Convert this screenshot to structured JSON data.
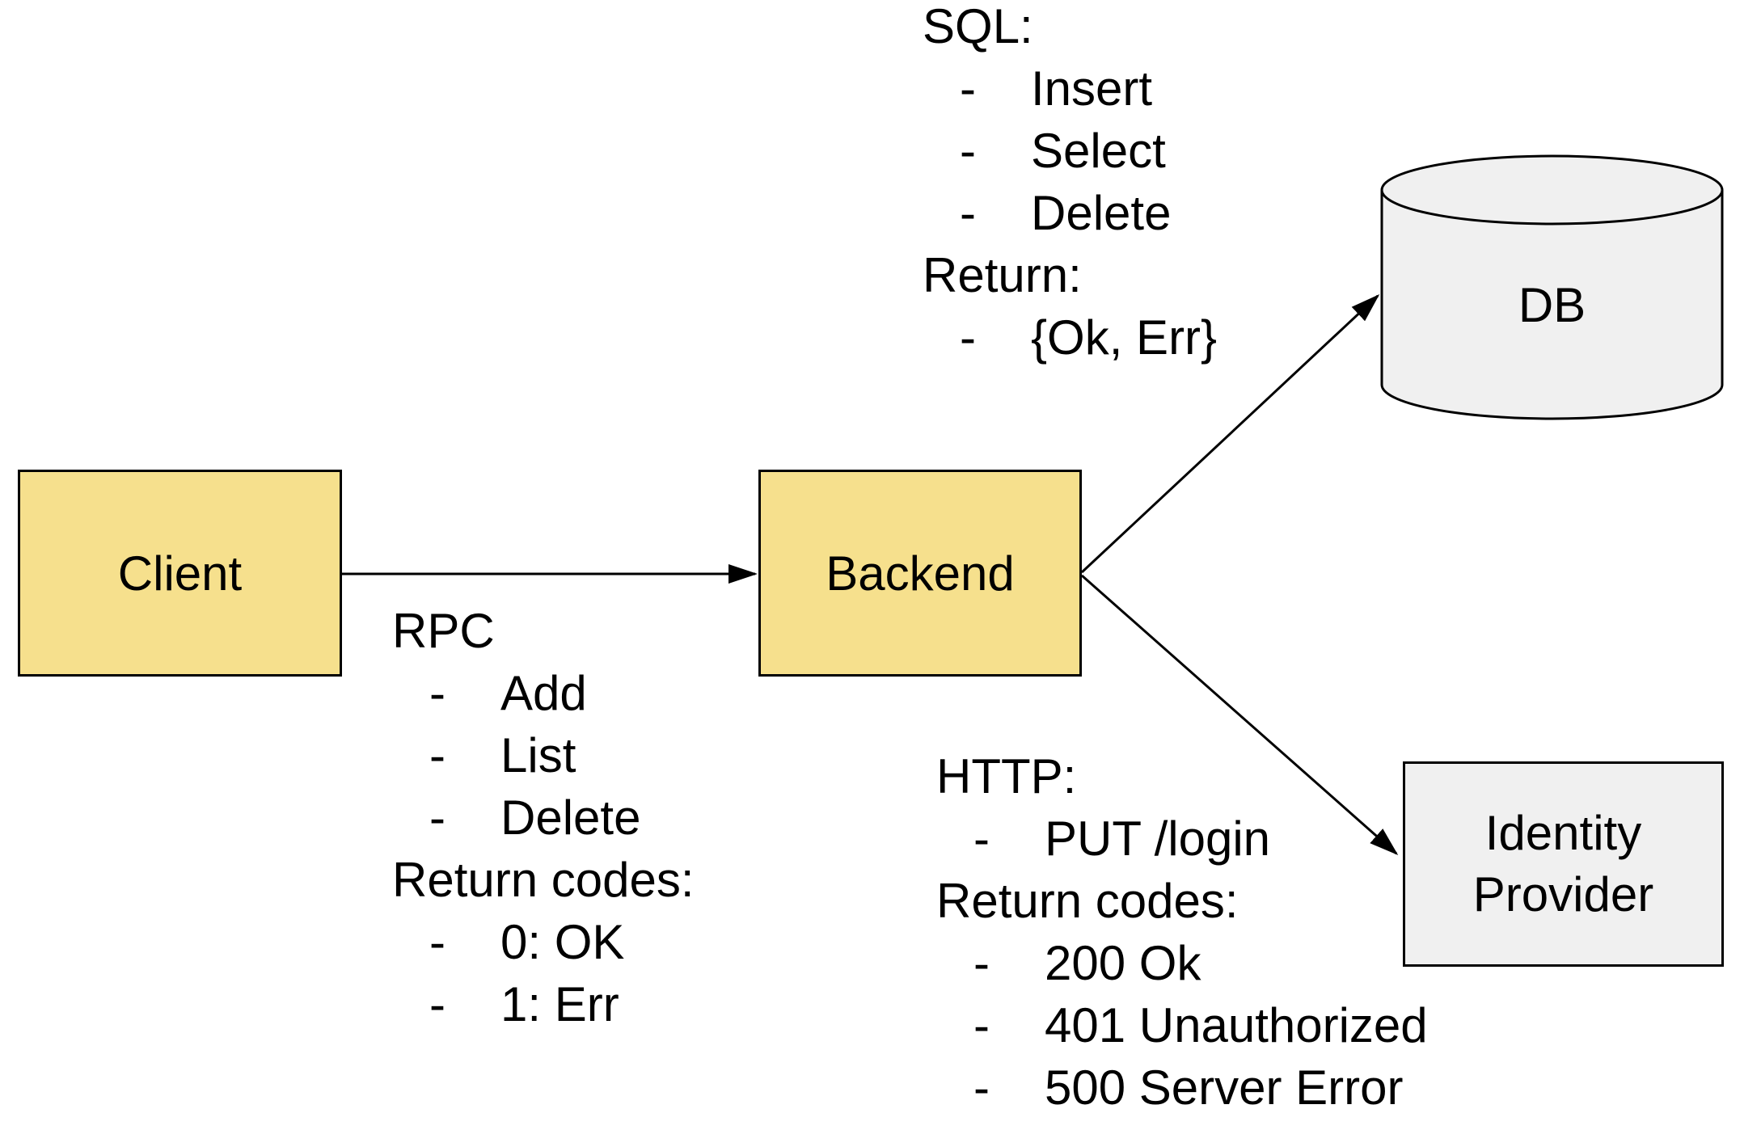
{
  "diagram": {
    "title_implicit": "Client / Backend / DB / Identity Provider architecture",
    "colors": {
      "background": "#FFFFFF",
      "node_yellow": "#F6E08D",
      "node_gray": "#F0F0F0",
      "stroke": "#000000",
      "text": "#000000"
    },
    "nodes": {
      "client": {
        "label": "Client",
        "shape": "box"
      },
      "backend": {
        "label": "Backend",
        "shape": "box"
      },
      "db": {
        "label": "DB",
        "shape": "cylinder"
      },
      "identity_provider": {
        "label_lines": [
          "Identity",
          "Provider"
        ],
        "shape": "box"
      }
    },
    "edges": [
      {
        "from": "client",
        "to": "backend",
        "label_block": "rpc"
      },
      {
        "from": "backend",
        "to": "db",
        "label_block": "sql"
      },
      {
        "from": "backend",
        "to": "identity_provider",
        "label_block": "http"
      }
    ],
    "annotations": {
      "dash": "-",
      "rpc": {
        "lines": [
          {
            "text": "RPC",
            "bullet": false
          },
          {
            "text": "Add",
            "bullet": true
          },
          {
            "text": "List",
            "bullet": true
          },
          {
            "text": "Delete",
            "bullet": true
          },
          {
            "text": "Return codes:",
            "bullet": false
          },
          {
            "text": "0: OK",
            "bullet": true
          },
          {
            "text": "1: Err",
            "bullet": true
          }
        ]
      },
      "sql": {
        "lines": [
          {
            "text": "SQL:",
            "bullet": false
          },
          {
            "text": "Insert",
            "bullet": true
          },
          {
            "text": "Select",
            "bullet": true
          },
          {
            "text": "Delete",
            "bullet": true
          },
          {
            "text": "Return:",
            "bullet": false
          },
          {
            "text": "{Ok, Err}",
            "bullet": true
          }
        ]
      },
      "http": {
        "lines": [
          {
            "text": "HTTP:",
            "bullet": false
          },
          {
            "text": "PUT /login",
            "bullet": true
          },
          {
            "text": "Return codes:",
            "bullet": false
          },
          {
            "text": "200 Ok",
            "bullet": true
          },
          {
            "text": "401 Unauthorized",
            "bullet": true
          },
          {
            "text": "500 Server Error",
            "bullet": true
          }
        ]
      }
    }
  }
}
